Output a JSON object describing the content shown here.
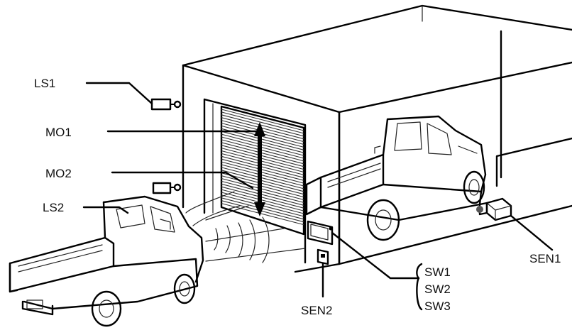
{
  "labels": {
    "ls1": "LS1",
    "mo1": "MO1",
    "mo2": "MO2",
    "ls2": "LS2",
    "sen1": "SEN1",
    "sen2": "SEN2",
    "sw1": "SW1",
    "sw2": "SW2",
    "sw3": "SW3"
  },
  "colors": {
    "line": "#000000",
    "background": "#ffffff",
    "shade": "#cfcfcf"
  },
  "icons": {
    "vehicles": "pickup-truck-icon",
    "door": "roll-up-shutter-icon"
  }
}
